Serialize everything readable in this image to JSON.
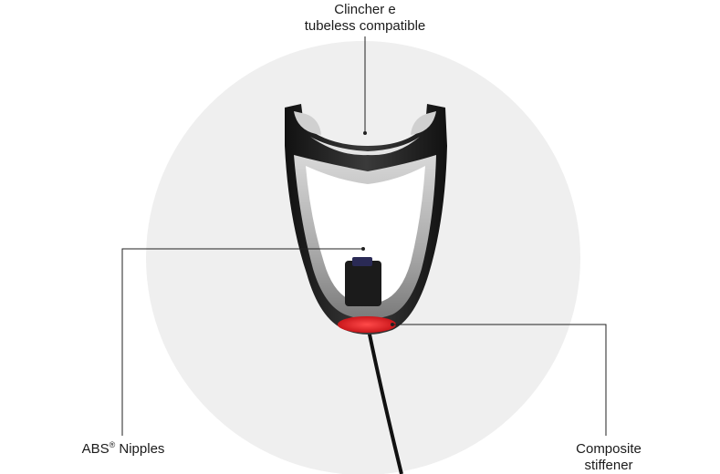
{
  "callouts": {
    "top": {
      "line1": "Clincher e",
      "line2": "tubeless compatible"
    },
    "left": {
      "text": "ABS",
      "mark": "®",
      "text_after": " Nipples"
    },
    "right": {
      "line1": "Composite",
      "line2": "stiffener"
    }
  },
  "colors": {
    "background_circle": "#efefef",
    "rim_shell": "#2a2a2a",
    "rim_inner": "#bfbfbf",
    "stiffener": "#e0161b",
    "leader_line": "#222222"
  }
}
